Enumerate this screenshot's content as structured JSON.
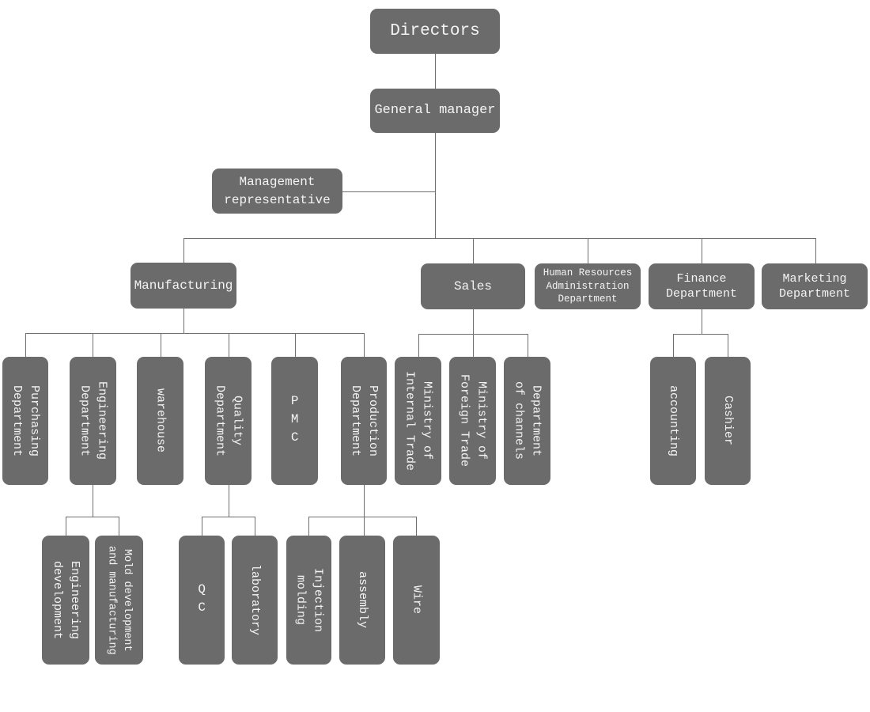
{
  "colors": {
    "box_fill": "#6b6b6b",
    "box_text": "#f4f4f4",
    "connector": "#6f6f6f",
    "background": "#ffffff"
  },
  "nodes": {
    "directors": {
      "label": "Directors"
    },
    "general_manager": {
      "label": "General manager"
    },
    "management_representative": {
      "label": "Management\nrepresentative"
    },
    "manufacturing": {
      "label": "Manufacturing"
    },
    "sales": {
      "label": "Sales"
    },
    "hr_admin": {
      "label": "Human Resources\nAdministration\nDepartment"
    },
    "finance": {
      "label": "Finance\nDepartment"
    },
    "marketing": {
      "label": "Marketing\nDepartment"
    },
    "purchasing": {
      "label": "Purchasing\nDepartment"
    },
    "engineering": {
      "label": "Engineering\nDepartment"
    },
    "warehouse": {
      "label": "warehouse"
    },
    "quality": {
      "label": "Quality\nDepartment"
    },
    "pmc": {
      "label": "PMC"
    },
    "production": {
      "label": "Production\nDepartment"
    },
    "internal_trade": {
      "label": "Ministry of\nInternal Trade"
    },
    "foreign_trade": {
      "label": "Ministry of\nForeign Trade"
    },
    "channels": {
      "label": "Department\nof channels"
    },
    "accounting": {
      "label": "accounting"
    },
    "cashier": {
      "label": "Cashier"
    },
    "engineering_development": {
      "label": "Engineering\ndevelopment"
    },
    "mold_development": {
      "label": "Mold development\nand manufacturing"
    },
    "qc": {
      "label": "QC"
    },
    "laboratory": {
      "label": "laboratory"
    },
    "injection_molding": {
      "label": "Injection\nmolding"
    },
    "assembly": {
      "label": "assembly"
    },
    "wire": {
      "label": "Wire"
    }
  }
}
